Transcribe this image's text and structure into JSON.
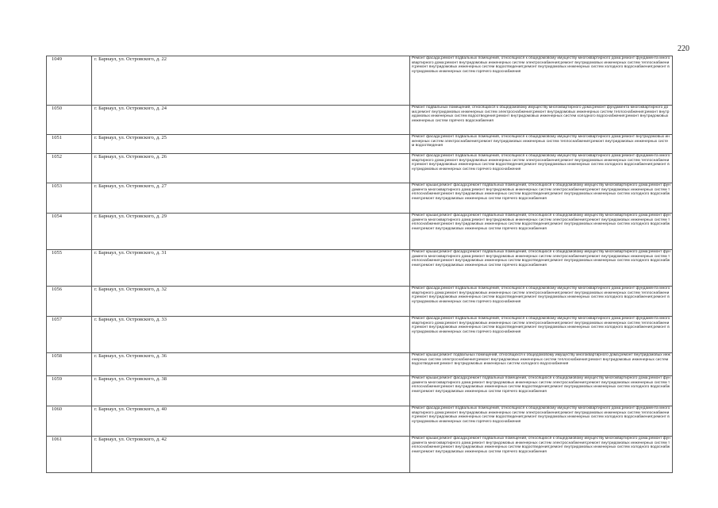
{
  "page": {
    "number": "220"
  },
  "rows": [
    {
      "num": "1049",
      "address": "г. Барнаул, ул. Островского, д. 22",
      "works": "Ремонт фасада;ремонт подвальных помещений, относящихся к общедомовому имуществу многоквартирного дома;ремонт фундамента многоквартирного дома;ремонт внутридомовых инженерных систем электроснабжения;ремонт внутридомовых инженерных систем теплоснабжения;ремонт внутридомовых инженерных систем водоотведения;ремонт внутридомовых инженерных систем холодного водоснабжения;ремонт внутридомовых инженерных систем горячего водоснабжения"
    },
    {
      "num": "1050",
      "address": "г. Барнаул, ул. Островского, д. 24",
      "works": "Ремонт подвальных помещений, относящихся к общедомовому имуществу многоквартирного дома;ремонт фундамента многоквартирного дома;ремонт внутридомовых инженерных систем электроснабжения;ремонт внутридомовых инженерных систем теплоснабжения;ремонт внутридомовых инженерных систем водоотведения;ремонт внутридомовых инженерных систем холодного водоснабжения;ремонт внутридомовых инженерных систем горячего водоснабжения"
    },
    {
      "num": "1051",
      "address": "г. Барнаул, ул. Островского, д. 25",
      "works": "Ремонт фасада;ремонт подвальных помещений, относящихся к общедомовому имуществу многоквартирного дома;ремонт внутридомовых инженерных систем электроснабжения;ремонт внутридомовых инженерных систем теплоснабжения;ремонт внутридомовых инженерных систем водоотведения"
    },
    {
      "num": "1052",
      "address": "г. Барнаул, ул. Островского, д. 26",
      "works": "Ремонт фасада;ремонт подвальных помещений, относящихся к общедомовому имуществу многоквартирного дома;ремонт фундамента многоквартирного дома;ремонт внутридомовых инженерных систем электроснабжения;ремонт внутридомовых инженерных систем теплоснабжения;ремонт внутридомовых инженерных систем водоотведения;ремонт внутридомовых инженерных систем холодного водоснабжения;ремонт внутридомовых инженерных систем горячего водоснабжения"
    },
    {
      "num": "1053",
      "address": "г. Барнаул, ул. Островского, д. 27",
      "works": "Ремонт крыши;ремонт фасада;ремонт подвальных помещений, относящихся к общедомовому имуществу многоквартирного дома;ремонт фундамента многоквартирного дома;ремонт внутридомовых инженерных систем электроснабжения;ремонт внутридомовых инженерных систем теплоснабжения;ремонт внутридомовых инженерных систем водоотведения;ремонт внутридомовых инженерных систем холодного водоснабжения;ремонт внутридомовых инженерных систем горячего водоснабжения"
    },
    {
      "num": "1054",
      "address": "г. Барнаул, ул. Островского, д. 29",
      "works": "Ремонт крыши;ремонт фасада;ремонт подвальных помещений, относящихся к общедомовому имуществу многоквартирного дома;ремонт фундамента многоквартирного дома;ремонт внутридомовых инженерных систем электроснабжения;ремонт внутридомовых инженерных систем теплоснабжения;ремонт внутридомовых инженерных систем водоотведения;ремонт внутридомовых инженерных систем холодного водоснабжения;ремонт внутридомовых инженерных систем горячего водоснабжения"
    },
    {
      "num": "1055",
      "address": "г. Барнаул, ул. Островского, д. 31",
      "works": "Ремонт крыши;ремонт фасада;ремонт подвальных помещений, относящихся к общедомовому имуществу многоквартирного дома;ремонт фундамента многоквартирного дома;ремонт внутридомовых инженерных систем электроснабжения;ремонт внутридомовых инженерных систем теплоснабжения;ремонт внутридомовых инженерных систем водоотведения;ремонт внутридомовых инженерных систем холодного водоснабжения;ремонт внутридомовых инженерных систем горячего водоснабжения"
    },
    {
      "num": "1056",
      "address": "г. Барнаул, ул. Островского, д. 32",
      "works": "Ремонт фасада;ремонт подвальных помещений, относящихся к общедомовому имуществу многоквартирного дома;ремонт фундамента многоквартирного дома;ремонт внутридомовых инженерных систем электроснабжения;ремонт внутридомовых инженерных систем теплоснабжения;ремонт внутридомовых инженерных систем водоотведения;ремонт внутридомовых инженерных систем холодного водоснабжения;ремонт внутридомовых инженерных систем горячего водоснабжения"
    },
    {
      "num": "1057",
      "address": "г. Барнаул, ул. Островского, д. 33",
      "works": "Ремонт фасада;ремонт подвальных помещений, относящихся к общедомовому имуществу многоквартирного дома;ремонт фундамента многоквартирного дома;ремонт внутридомовых инженерных систем электроснабжения;ремонт внутридомовых инженерных систем теплоснабжения;ремонт внутридомовых инженерных систем водоотведения;ремонт внутридомовых инженерных систем холодного водоснабжения;ремонт внутридомовых инженерных систем горячего водоснабжения"
    },
    {
      "num": "1058",
      "address": "г. Барнаул, ул. Островского, д. 36",
      "works": "Ремонт крыши;ремонт подвальных помещений, относящихся к общедомовому имуществу многоквартирного дома;ремонт внутридомовых инженерных систем электроснабжения;ремонт внутридомовых инженерных систем теплоснабжения;ремонт внутридомовых инженерных систем водоотведения;ремонт внутридомовых инженерных систем холодного водоснабжения"
    },
    {
      "num": "1059",
      "address": "г. Барнаул, ул. Островского, д. 38",
      "works": "Ремонт крыши;ремонт фасада;ремонт подвальных помещений, относящихся к общедомовому имуществу многоквартирного дома;ремонт фундамента многоквартирного дома;ремонт внутридомовых инженерных систем электроснабжения;ремонт внутридомовых инженерных систем теплоснабжения;ремонт внутридомовых инженерных систем водоотведения;ремонт внутридомовых инженерных систем холодного водоснабжения;ремонт внутридомовых инженерных систем горячего водоснабжения"
    },
    {
      "num": "1060",
      "address": "г. Барнаул, ул. Островского, д. 40",
      "works": "Ремонт фасада;ремонт подвальных помещений, относящихся к общедомовому имуществу многоквартирного дома;ремонт фундамента многоквартирного дома;ремонт внутридомовых инженерных систем электроснабжения;ремонт внутридомовых инженерных систем теплоснабжения;ремонт внутридомовых инженерных систем водоотведения;ремонт внутридомовых инженерных систем холодного водоснабжения;ремонт внутридомовых инженерных систем горячего водоснабжения"
    },
    {
      "num": "1061",
      "address": "г. Барнаул, ул. Островского, д. 42",
      "works": "Ремонт крыши;ремонт фасада;ремонт подвальных помещений, относящихся к общедомовому имуществу многоквартирного дома;ремонт фундамента многоквартирного дома;ремонт внутридомовых инженерных систем электроснабжения;ремонт внутридомовых инженерных систем теплоснабжения;ремонт внутридомовых инженерных систем водоотведения;ремонт внутридомовых инженерных систем холодного водоснабжения;ремонт внутридомовых инженерных систем горячего водоснабжения"
    }
  ]
}
